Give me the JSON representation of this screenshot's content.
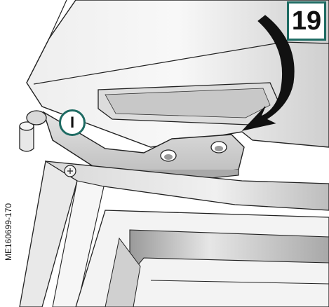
{
  "diagram": {
    "step_number": "19",
    "callout_label": "I",
    "figure_code": "ME160699-170",
    "colors": {
      "accent": "#1e6b63",
      "line": "#222222",
      "shade_light": "#f2f2f2",
      "shade_mid": "#cfcfcf",
      "shade_dark": "#8a8a8a"
    },
    "icons": [
      "curved-arrow-icon",
      "hinge-pin",
      "screw-icon"
    ]
  }
}
